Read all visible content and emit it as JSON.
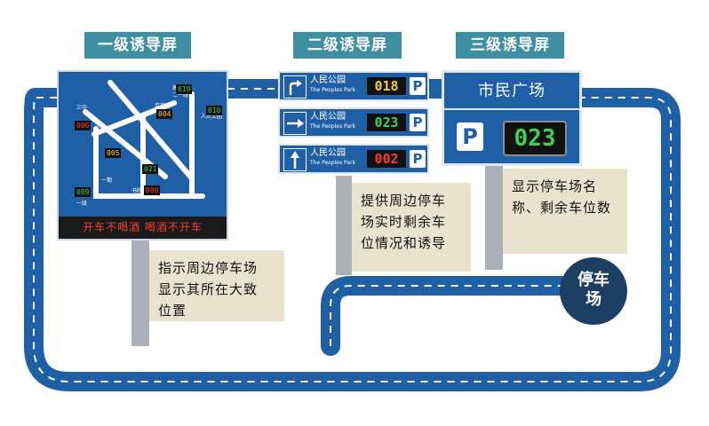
{
  "tiers": {
    "level1": "一级诱导屏",
    "level2": "二级诱导屏",
    "level3": "三级诱导屏"
  },
  "level1_sign": {
    "ticker": "开车不喝酒 喝酒不开车",
    "counts": [
      {
        "value": "019",
        "color": "#3fcf55"
      },
      {
        "value": "004",
        "color": "#f2d23a"
      },
      {
        "value": "010",
        "color": "#3fcf55"
      },
      {
        "value": "000",
        "color": "#ff3a2a"
      },
      {
        "value": "005",
        "color": "#f2d23a"
      },
      {
        "value": "021",
        "color": "#3fcf55"
      },
      {
        "value": "000",
        "color": "#ff3a2a"
      },
      {
        "value": "009",
        "color": "#3fcf55"
      }
    ],
    "map_labels": [
      "建设路",
      "书院路",
      "二一路",
      "三中",
      "京华",
      "人民公园",
      "一期",
      "一级"
    ]
  },
  "level2_sign": {
    "rows": [
      {
        "arrow": "right-turn-arrow",
        "name": "人民公园",
        "name_en": "The Peoples Park",
        "count": "018",
        "count_color": "#f2d23a",
        "p": "P"
      },
      {
        "arrow": "right-arrow",
        "name": "人民公园",
        "name_en": "The Peoples Park",
        "count": "023",
        "count_color": "#3fcf55",
        "p": "P"
      },
      {
        "arrow": "up-arrow",
        "name": "人民公园",
        "name_en": "The Peoples Park",
        "count": "002",
        "count_color": "#ff3a2a",
        "p": "P"
      }
    ]
  },
  "level3_sign": {
    "title": "市民广场",
    "p": "P",
    "count": "023",
    "count_color": "#3fcf55"
  },
  "notes": {
    "level1": [
      "指示周边停车场",
      "显示其所在大致",
      "位置"
    ],
    "level2": [
      "提供周边停车",
      "场实时剩余车",
      "位情况和诱导"
    ],
    "level3": [
      "显示停车场名",
      "称、剩余车位数"
    ]
  },
  "parking_lot": [
    "停车",
    "场"
  ],
  "colors": {
    "road": "#1f5fa6",
    "tag": "#3f8fa3",
    "note_bg": "#e9e2cf",
    "lot_circle": "#1d3f63"
  }
}
